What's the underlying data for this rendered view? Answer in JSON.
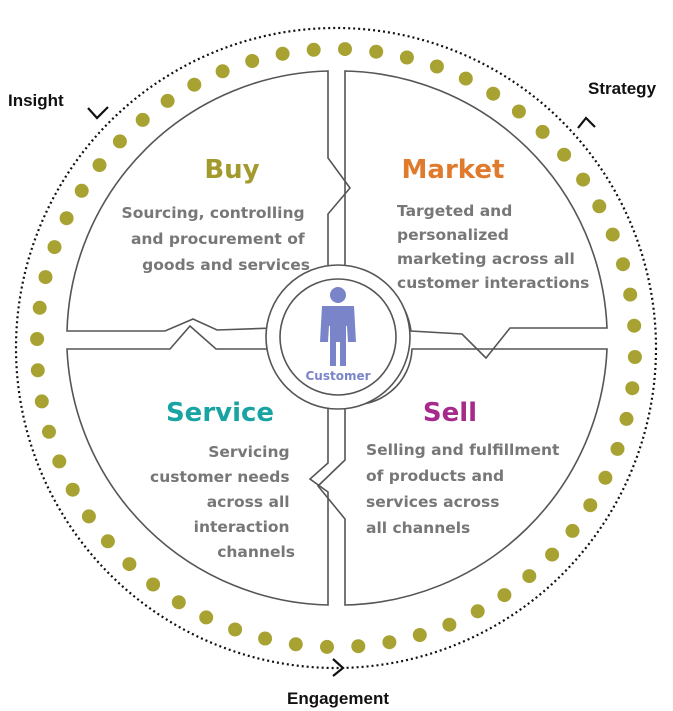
{
  "cycle_labels": {
    "insight": "Insight",
    "strategy": "Strategy",
    "engagement": "Engagement"
  },
  "center": {
    "label": "Customer",
    "icon": "person-icon"
  },
  "quadrants": {
    "buy": {
      "title": "Buy",
      "lines": [
        "Sourcing, controlling",
        "and procurement of",
        "goods and  services"
      ]
    },
    "market": {
      "title": "Market",
      "lines": [
        "Targeted and",
        "personalized",
        "marketing across all",
        "customer interactions"
      ]
    },
    "service": {
      "title": "Service",
      "lines": [
        "Servicing",
        "customer needs",
        "across all",
        "interaction",
        "channels"
      ]
    },
    "sell": {
      "title": "Sell",
      "lines": [
        "Selling and fulfillment",
        "of products and",
        "services across",
        "all channels"
      ]
    }
  },
  "colors": {
    "buy": "#a39a2e",
    "market": "#e07a2c",
    "service": "#1aa3a3",
    "sell": "#a62a8c",
    "dots": "#a8a233",
    "figure": "#7a84c8",
    "body_text": "#777777",
    "outline": "#555555"
  },
  "dot_count": 60
}
